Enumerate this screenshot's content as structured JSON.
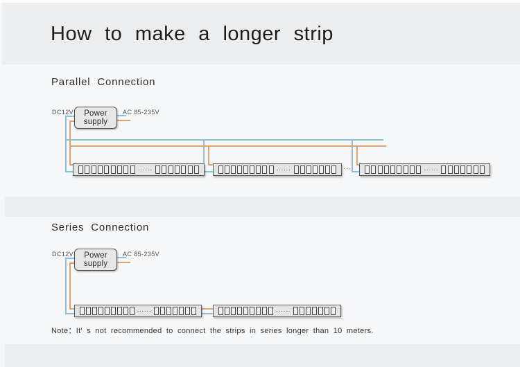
{
  "page": {
    "title": "How to make a longer strip"
  },
  "colors": {
    "wire_blue": "#8fbed8",
    "wire_orange": "#dda26a",
    "band": "#ebedee",
    "content": "#f6f7f8",
    "strip_body": "#e3e4e4",
    "box_body": "#e6e7e7"
  },
  "power_supply": {
    "line1": "Power",
    "line2": "supply",
    "dc_label": "DC12V",
    "ac_label": "AC 85-235V"
  },
  "sections": {
    "parallel": {
      "heading": "Parallel Connection"
    },
    "series": {
      "heading": "Series Connection",
      "note": "Note：It' s not recommended to connect the strips in series longer than 10 meters."
    }
  },
  "strip": {
    "leds_left": 9,
    "leds_right": 7,
    "dots": "······",
    "between_ellipsis": "···"
  }
}
